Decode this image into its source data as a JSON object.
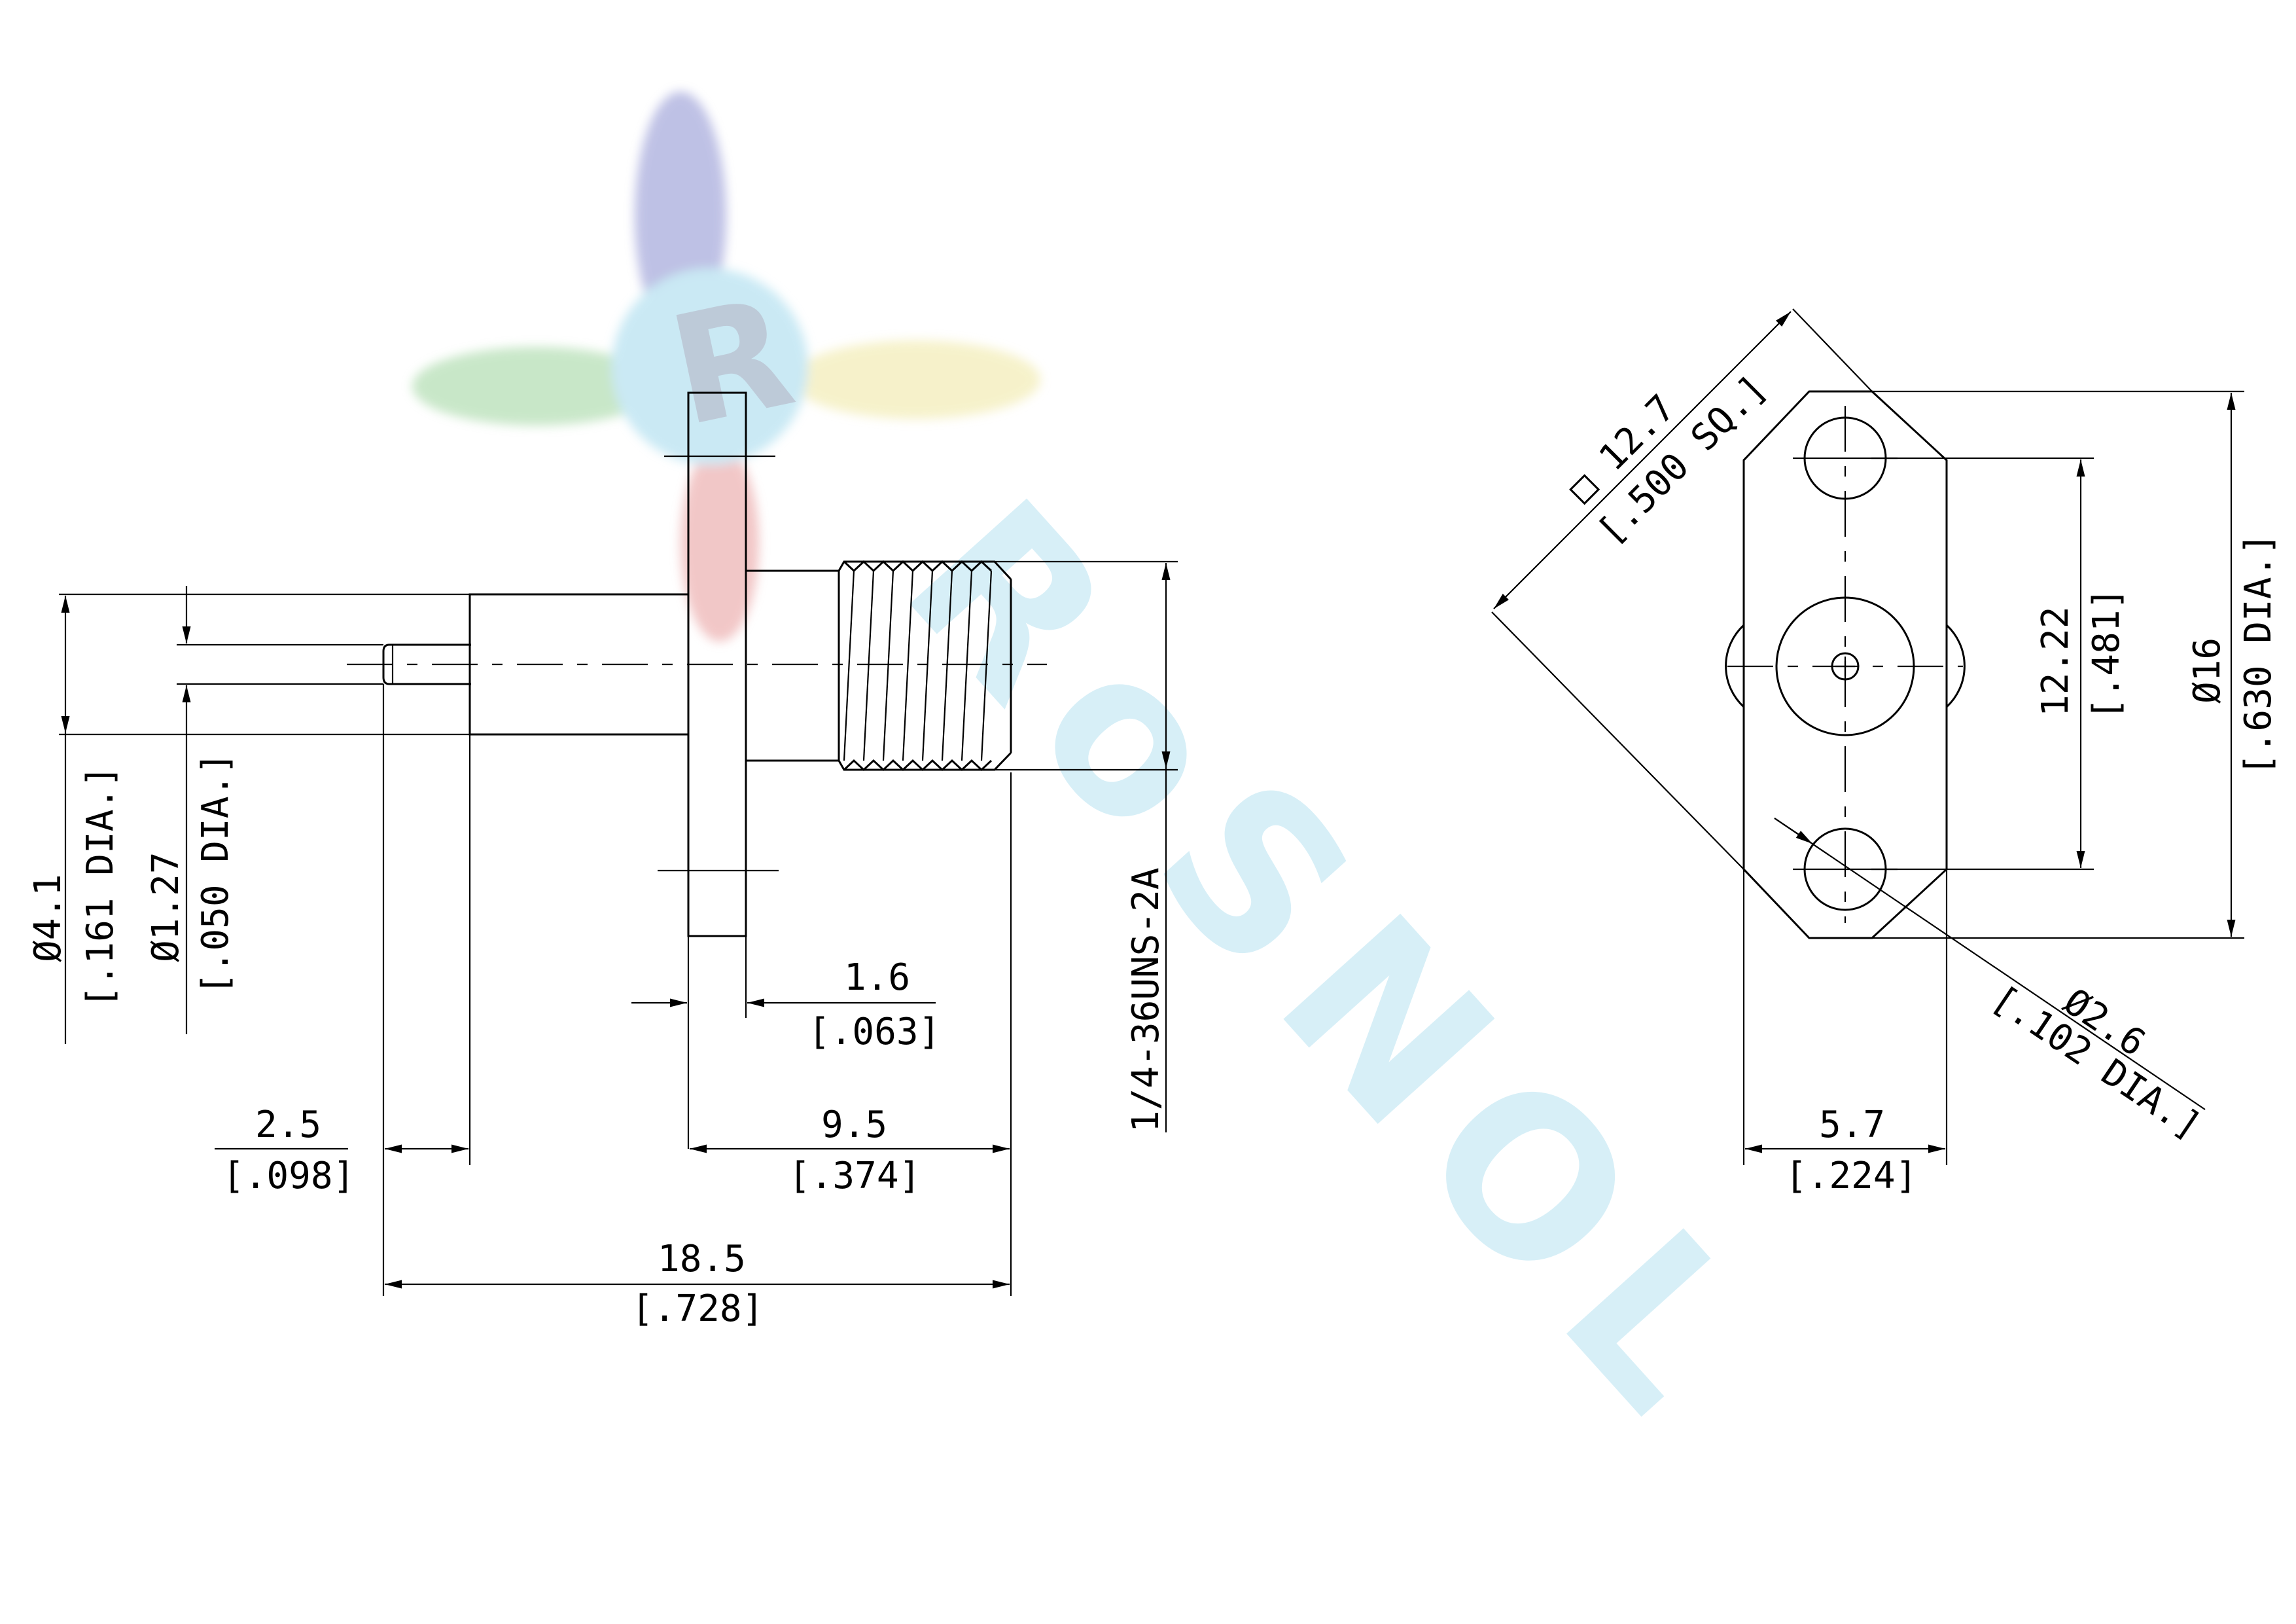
{
  "watermark": {
    "logo_letter": "R",
    "brand_text": "RoSNOL",
    "colors": {
      "blue": "#8a8fd0",
      "green": "#9cd49c",
      "yellow": "#efe7a0",
      "red": "#e79a9a",
      "cyan": "#9fd8ec"
    }
  },
  "side_view": {
    "dims": {
      "d41": {
        "value": "Ø4.1",
        "inch": "[.161 DIA.]"
      },
      "d127": {
        "value": "Ø1.27",
        "inch": "[.050 DIA.]"
      },
      "d25": {
        "value": "2.5",
        "inch": "[.098]"
      },
      "d16": {
        "value": "1.6",
        "inch": "[.063]"
      },
      "d95": {
        "value": "9.5",
        "inch": "[.374]"
      },
      "d185": {
        "value": "18.5",
        "inch": "[.728]"
      },
      "thread": {
        "value": "1/4-36UNS-2A"
      }
    }
  },
  "front_view": {
    "dims": {
      "sq": {
        "value": "□ 12.7",
        "inch": "[.500 SQ.]"
      },
      "d1222": {
        "value": "12.22",
        "inch": "[.481]"
      },
      "d16": {
        "value": "Ø16",
        "inch": "[.630 DIA.]"
      },
      "d26": {
        "value": "Ø2.6",
        "inch": "[.102 DIA.]"
      },
      "d57": {
        "value": "5.7",
        "inch": "[.224]"
      }
    }
  }
}
